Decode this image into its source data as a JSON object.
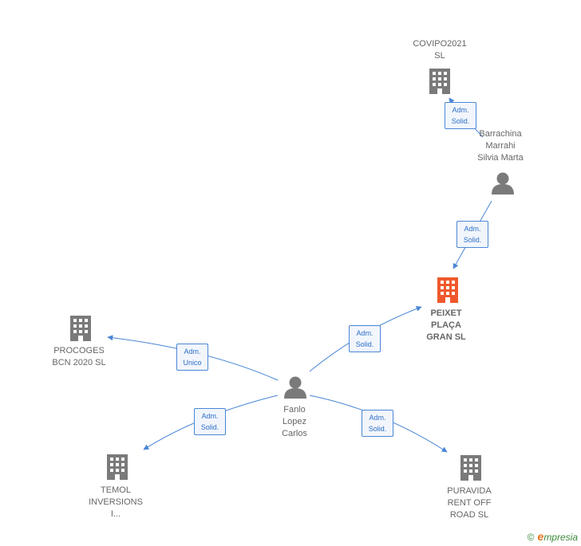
{
  "nodes": {
    "covipo": {
      "lines": [
        "COVIPO2021",
        "SL"
      ],
      "type": "company"
    },
    "barrachina": {
      "lines": [
        "Barrachina",
        "Marrahi",
        "Silvia Marta"
      ],
      "type": "person"
    },
    "peixet": {
      "lines": [
        "PEIXET",
        "PLAÇA",
        "GRAN  SL"
      ],
      "type": "company-main"
    },
    "procoges": {
      "lines": [
        "PROCOGES",
        "BCN 2020  SL"
      ],
      "type": "company"
    },
    "fanlo": {
      "lines": [
        "Fanlo",
        "Lopez",
        "Carlos"
      ],
      "type": "person"
    },
    "temol": {
      "lines": [
        "TEMOL",
        "INVERSIONS",
        "I..."
      ],
      "type": "company"
    },
    "puravida": {
      "lines": [
        "PURAVIDA",
        "RENT OFF",
        "ROAD  SL"
      ],
      "type": "company"
    }
  },
  "edges": {
    "barrachina_covipo": {
      "lines": [
        "Adm.",
        "Solid."
      ]
    },
    "barrachina_peixet": {
      "lines": [
        "Adm.",
        "Solid."
      ]
    },
    "fanlo_peixet": {
      "lines": [
        "Adm.",
        "Solid."
      ]
    },
    "fanlo_procoges": {
      "lines": [
        "Adm.",
        "Unico"
      ]
    },
    "fanlo_temol": {
      "lines": [
        "Adm.",
        "Solid."
      ]
    },
    "fanlo_puravida": {
      "lines": [
        "Adm.",
        "Solid."
      ]
    }
  },
  "colors": {
    "edge": "#4a86d6",
    "company_icon": "#7a7a7a",
    "main_icon": "#f0582b",
    "person_icon": "#7a7a7a"
  },
  "footer": {
    "copyright": "©",
    "brand_initial": "e",
    "brand_rest": "mpresia"
  }
}
